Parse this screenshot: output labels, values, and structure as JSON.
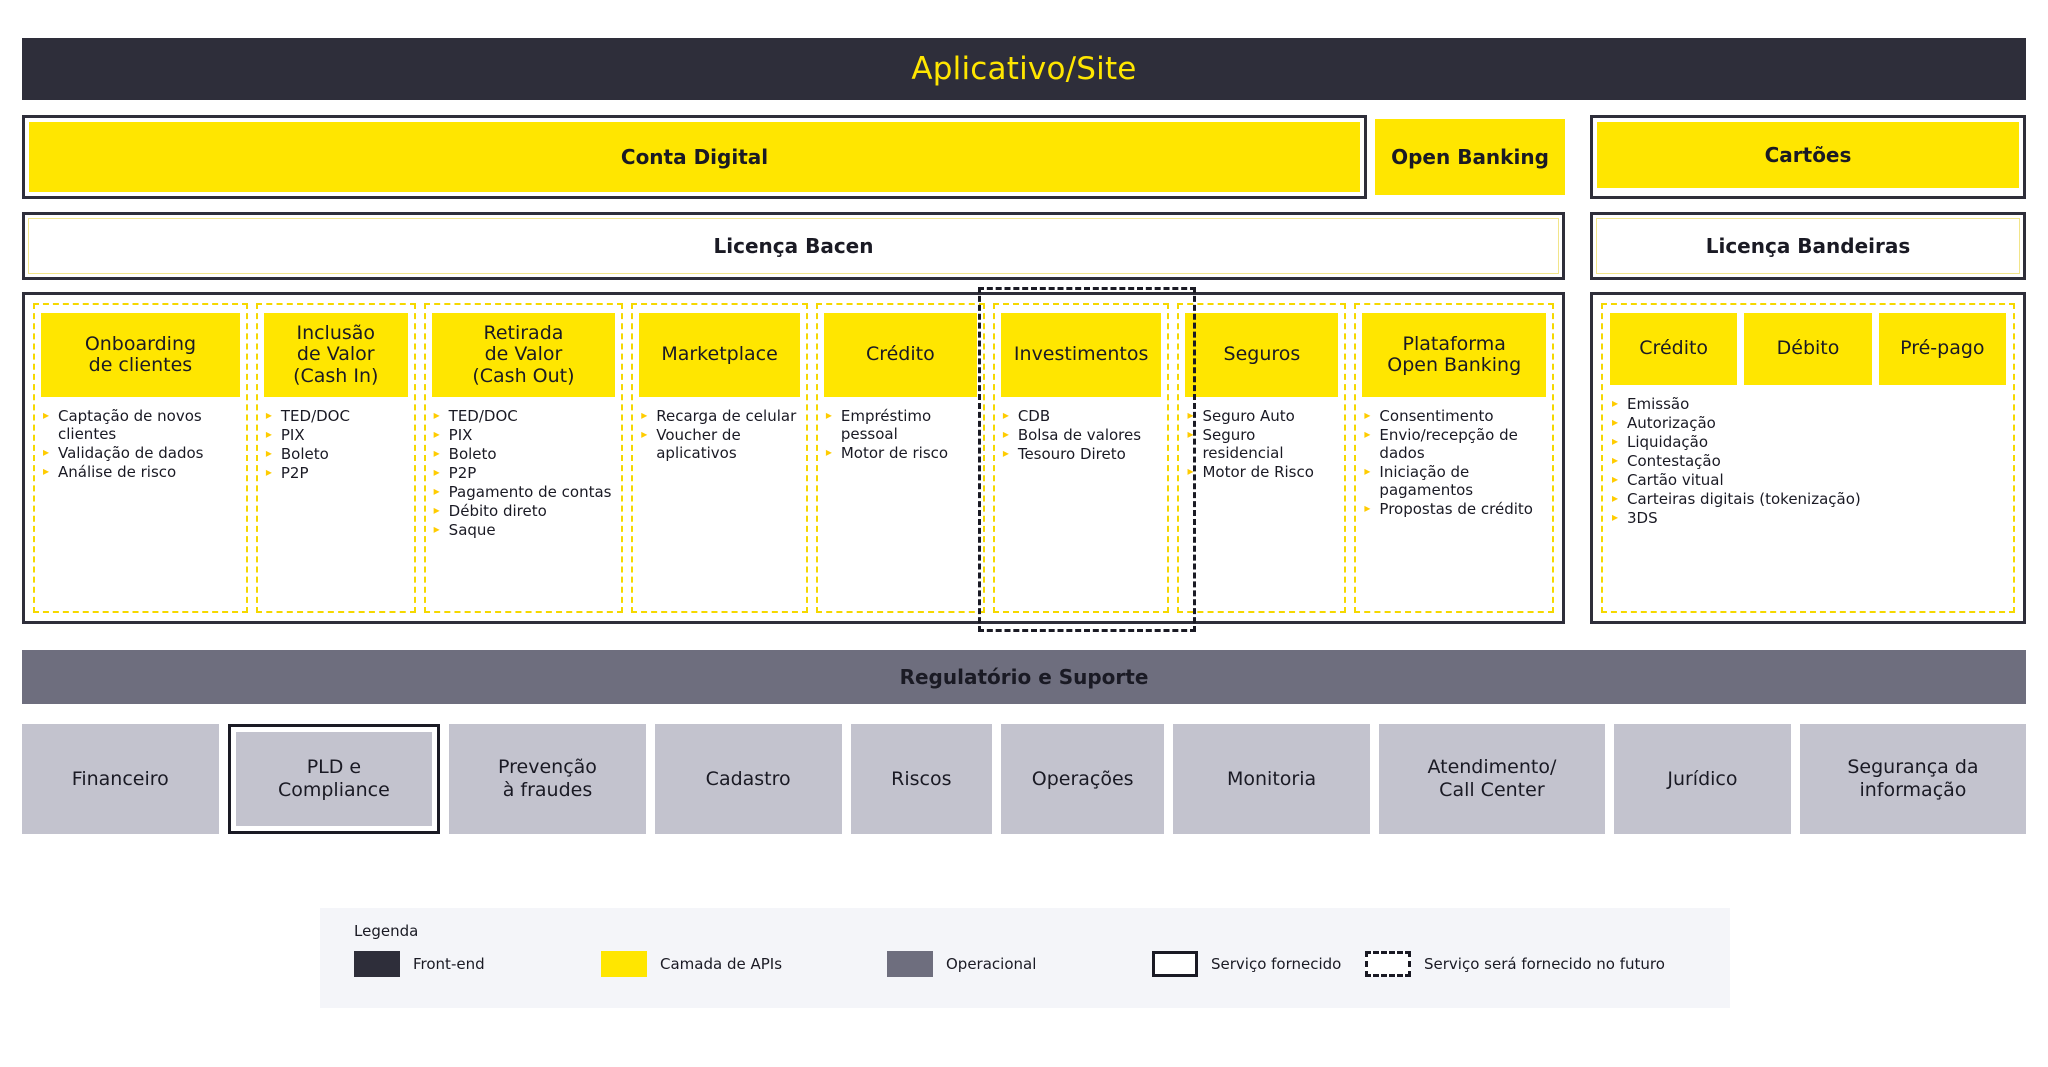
{
  "header": {
    "title": "Aplicativo/Site"
  },
  "layers": {
    "conta_digital": "Conta Digital",
    "open_banking": "Open Banking",
    "cartoes": "Cartões",
    "licenca_bacen": "Licença Bacen",
    "licenca_bandeiras": "Licença Bandeiras"
  },
  "services": [
    {
      "title": "Onboarding\nde clientes",
      "future": false,
      "items": [
        "Captação de novos clientes",
        "Validação de dados",
        "Análise de risco"
      ]
    },
    {
      "title": "Inclusão\nde Valor\n(Cash In)",
      "future": false,
      "items": [
        "TED/DOC",
        "PIX",
        "Boleto",
        "P2P"
      ]
    },
    {
      "title": "Retirada\nde Valor\n(Cash Out)",
      "future": false,
      "items": [
        "TED/DOC",
        "PIX",
        "Boleto",
        "P2P",
        "Pagamento de contas",
        "Débito direto",
        "Saque"
      ]
    },
    {
      "title": "Marketplace",
      "future": false,
      "items": [
        "Recarga de celular",
        "Voucher de aplicativos"
      ]
    },
    {
      "title": "Crédito",
      "future": false,
      "items": [
        "Empréstimo pessoal",
        "Motor de risco"
      ]
    },
    {
      "title": "Investimentos",
      "future": true,
      "items": [
        "CDB",
        "Bolsa de valores",
        "Tesouro Direto"
      ]
    },
    {
      "title": "Seguros",
      "future": false,
      "items": [
        "Seguro Auto",
        "Seguro residencial",
        "Motor de Risco"
      ]
    },
    {
      "title": "Plataforma\nOpen Banking",
      "future": false,
      "items": [
        "Consentimento",
        "Envio/recepção de dados",
        "Iniciação de pagamentos",
        "Propostas de crédito"
      ]
    }
  ],
  "cards": {
    "heads": [
      "Crédito",
      "Débito",
      "Pré-pago"
    ],
    "items": [
      "Emissão",
      "Autorização",
      "Liquidação",
      "Contestação",
      "Cartão vitual",
      "Carteiras digitais (tokenização)",
      "3DS"
    ]
  },
  "regulatorio": {
    "title": "Regulatório e Suporte"
  },
  "support": [
    {
      "label": "Financeiro",
      "provided": false
    },
    {
      "label": "PLD e\nCompliance",
      "provided": true
    },
    {
      "label": "Prevenção\nà fraudes",
      "provided": false
    },
    {
      "label": "Cadastro",
      "provided": false
    },
    {
      "label": "Riscos",
      "provided": false
    },
    {
      "label": "Operações",
      "provided": false
    },
    {
      "label": "Monitoria",
      "provided": false
    },
    {
      "label": "Atendimento/\nCall Center",
      "provided": false
    },
    {
      "label": "Jurídico",
      "provided": false
    },
    {
      "label": "Segurança da\ninformação",
      "provided": false
    }
  ],
  "legend": {
    "title": "Legenda",
    "items": [
      {
        "label": "Front-end",
        "swatch": "front-end-swatch"
      },
      {
        "label": "Camada de APIs",
        "swatch": "camada-apis-swatch"
      },
      {
        "label": "Operacional",
        "swatch": "operacional-swatch"
      },
      {
        "label": "Serviço fornecido",
        "swatch": "servico-fornecido-swatch"
      },
      {
        "label": "Serviço será fornecido no futuro",
        "swatch": "servico-futuro-swatch"
      }
    ]
  },
  "colors": {
    "front_end": "#2E2E3A",
    "api_yellow": "#FFE600",
    "operational_gray": "#6E6E7E",
    "support_gray": "#C3C3CE",
    "legend_bg": "#F4F5F9",
    "outline": "#1A1A24"
  }
}
